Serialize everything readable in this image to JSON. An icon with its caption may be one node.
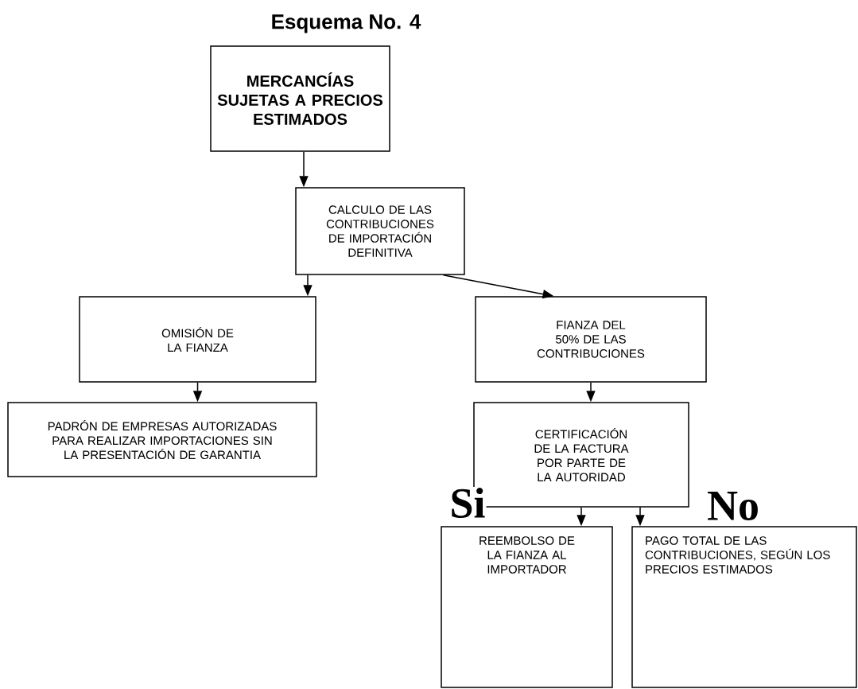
{
  "diagram": {
    "title": "Esquema No. 4",
    "nodes": [
      {
        "text": [
          "MERCANCÍAS SUJETAS A PRECIOS ESTIMADOS"
        ]
      },
      {
        "text": [
          "CALCULO DE LAS CONTRIBUCIONES DE IMPORTACIÓN DEFINITIVA"
        ]
      },
      {
        "text": [
          "OMISIÓN DE LA FIANZA"
        ]
      },
      {
        "text": [
          "FIANZA DEL 50% DE LAS CONTRIBUCIONES"
        ]
      },
      {
        "text": [
          "PADRÓN DE EMPRESAS AUTORIZADAS PARA REALIZAR IMPORTACIONES SIN LA PRESENTACIÓN DE GARANTIA"
        ]
      },
      {
        "text": [
          "CERTIFICACIÓN DE LA FACTURA POR PARTE DE LA AUTORIDAD"
        ]
      },
      {
        "text": [
          "REEMBOLSO DE LA FIANZA AL IMPORTADOR"
        ]
      },
      {
        "text": [
          "PAGO TOTAL DE LAS CONTRIBUCIONES, SEGÚN LOS PRECIOS ESTIMADOS"
        ]
      }
    ],
    "edges": [
      {
        "from": 0,
        "to": 1,
        "arrow": "to"
      },
      {
        "from": 1,
        "to": 2,
        "arrow": "to"
      },
      {
        "from": 1,
        "to": 3,
        "arrow": "to"
      },
      {
        "from": 2,
        "to": 4,
        "arrow": "to"
      },
      {
        "from": 3,
        "to": 5,
        "arrow": "to"
      },
      {
        "from": 5,
        "to": 6,
        "arrow": "to",
        "label": "Si"
      },
      {
        "from": 5,
        "to": 7,
        "arrow": "to",
        "label": "No"
      }
    ]
  }
}
